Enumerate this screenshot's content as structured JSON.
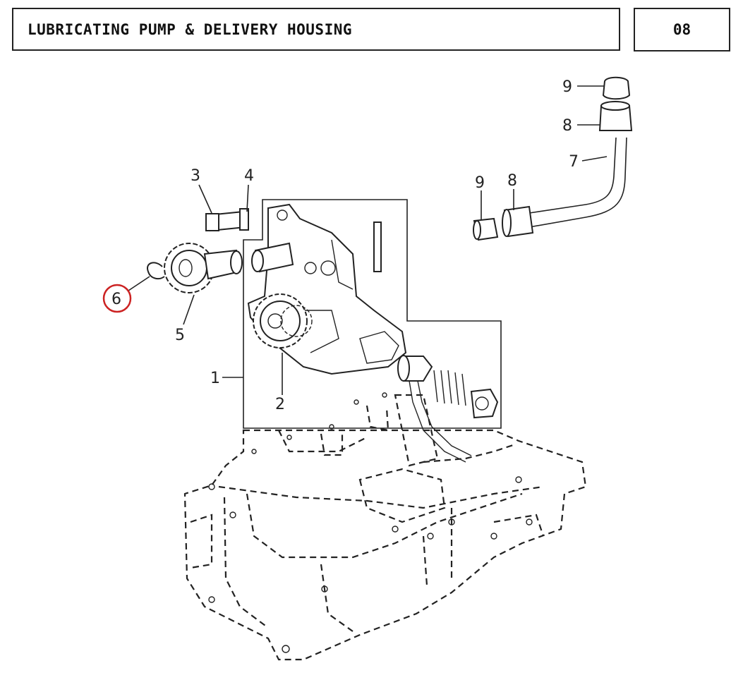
{
  "header": {
    "title": "LUBRICATING PUMP & DELIVERY HOUSING",
    "code": "08"
  },
  "callouts": [
    {
      "id": "1",
      "text": "1"
    },
    {
      "id": "2",
      "text": "2"
    },
    {
      "id": "3",
      "text": "3"
    },
    {
      "id": "4",
      "text": "4"
    },
    {
      "id": "5",
      "text": "5"
    },
    {
      "id": "6",
      "text": "6",
      "highlighted": true
    },
    {
      "id": "7",
      "text": "7"
    },
    {
      "id": "8a",
      "text": "8"
    },
    {
      "id": "8b",
      "text": "8"
    },
    {
      "id": "9a",
      "text": "9"
    },
    {
      "id": "9b",
      "text": "9"
    }
  ],
  "colors": {
    "line": "#222222",
    "highlight": "#cc2222"
  }
}
